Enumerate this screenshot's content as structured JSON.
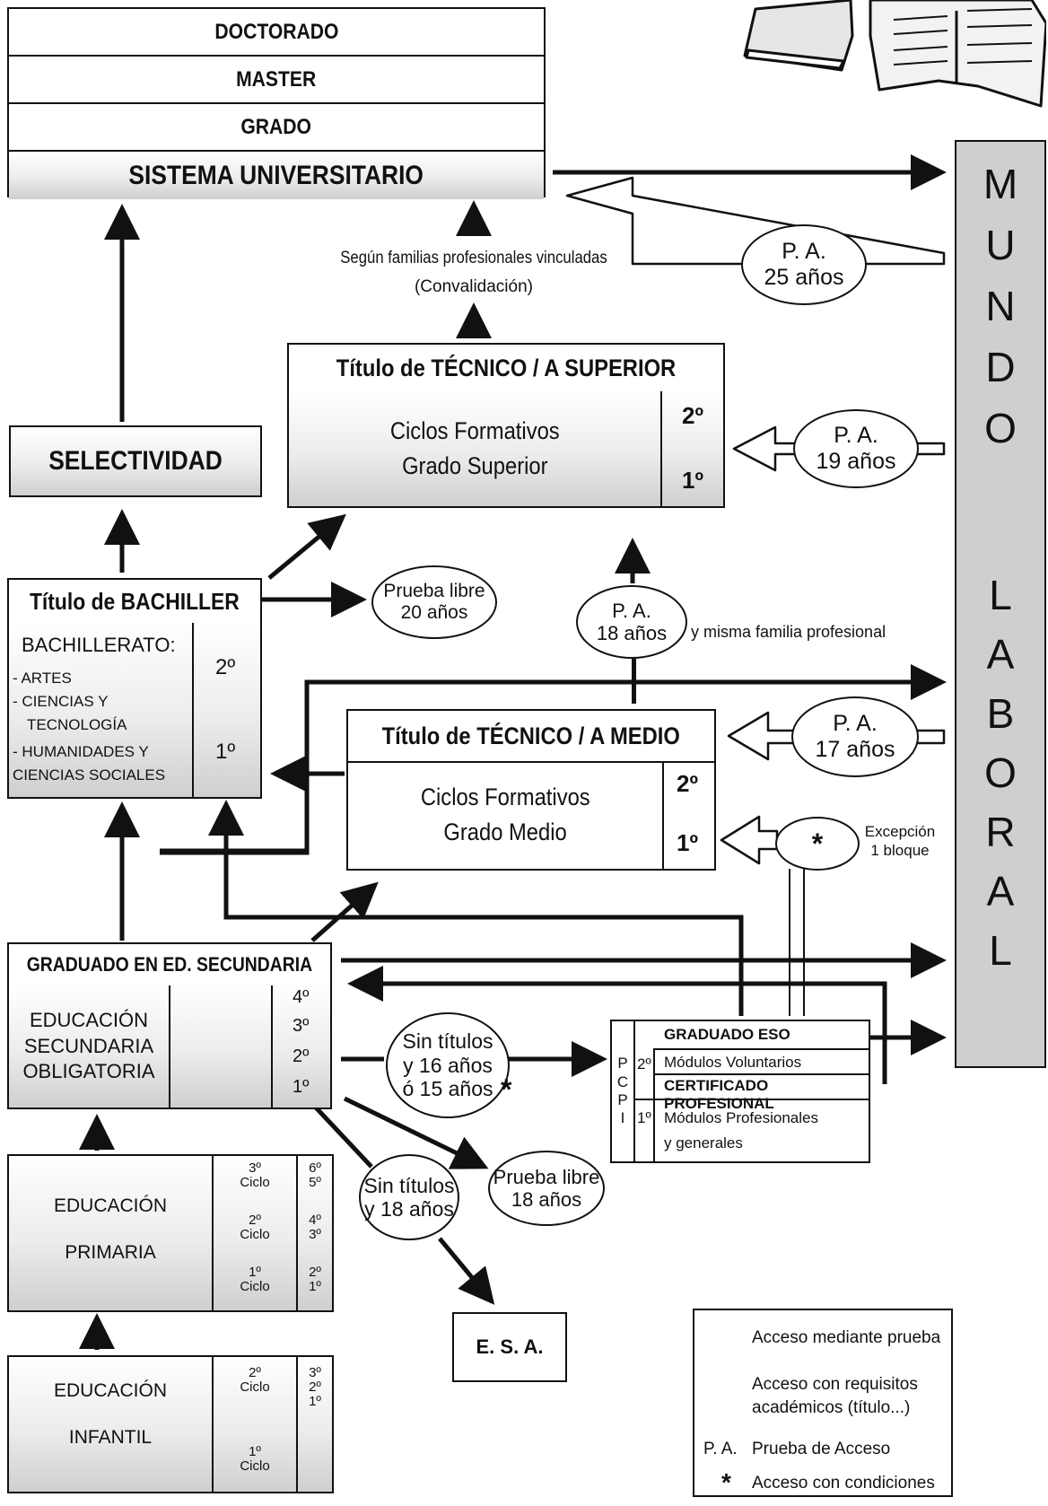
{
  "university": {
    "levels": [
      "DOCTORADO",
      "MASTER",
      "GRADO"
    ],
    "system": "SISTEMA UNIVERSITARIO"
  },
  "selectividad": "SELECTIVIDAD",
  "familias_note": {
    "line1": "Según familias profesionales vinculadas",
    "line2": "(Convalidación)"
  },
  "tecnico_superior": {
    "title": "Título de TÉCNICO / A SUPERIOR",
    "line1": "Ciclos Formativos",
    "line2": "Grado Superior",
    "years": [
      "2º",
      "1º"
    ]
  },
  "tecnico_medio": {
    "title": "Título de TÉCNICO / A MEDIO",
    "line1": "Ciclos Formativos",
    "line2": "Grado Medio",
    "years": [
      "2º",
      "1º"
    ]
  },
  "bachiller": {
    "title": "Título de BACHILLER",
    "heading": "BACHILLERATO:",
    "items": [
      "- ARTES",
      "- CIENCIAS Y",
      "TECNOLOGÍA",
      "- HUMANIDADES Y",
      "CIENCIAS SOCIALES"
    ],
    "years": [
      "2º",
      "1º"
    ]
  },
  "eso": {
    "title": "GRADUADO EN ED. SECUNDARIA",
    "line1": "EDUCACIÓN",
    "line2": "SECUNDARIA",
    "line3": "OBLIGATORIA",
    "years": [
      "4º",
      "3º",
      "2º",
      "1º"
    ]
  },
  "primaria": {
    "line1": "EDUCACIÓN",
    "line2": "PRIMARIA",
    "ciclos": [
      {
        "ciclo": "3º",
        "label": "Ciclo",
        "courses": [
          "6º",
          "5º"
        ]
      },
      {
        "ciclo": "2º",
        "label": "Ciclo",
        "courses": [
          "4º",
          "3º"
        ]
      },
      {
        "ciclo": "1º",
        "label": "Ciclo",
        "courses": [
          "2º",
          "1º"
        ]
      }
    ]
  },
  "infantil": {
    "line1": "EDUCACIÓN",
    "line2": "INFANTIL",
    "ciclos": [
      {
        "ciclo": "2º",
        "label": "Ciclo"
      },
      {
        "ciclo": "1º",
        "label": "Ciclo"
      }
    ],
    "courses": [
      "3º",
      "2º",
      "1º"
    ]
  },
  "pcpi": {
    "letters": [
      "P",
      "C",
      "P",
      "I"
    ],
    "graduado": "GRADUADO ESO",
    "y2": "2º",
    "voluntarios": "Módulos Voluntarios",
    "certificado": "CERTIFICADO PROFESIONAL",
    "y1": "1º",
    "profesionales": "Módulos Profesionales",
    "generales": "y generales"
  },
  "ovals": {
    "pa25": {
      "l1": "P. A.",
      "l2": "25 años"
    },
    "pa19": {
      "l1": "P. A.",
      "l2": "19 años"
    },
    "pa18": {
      "l1": "P. A.",
      "l2": "18 años"
    },
    "pa17": {
      "l1": "P. A.",
      "l2": "17 años"
    },
    "libre20": {
      "l1": "Prueba libre",
      "l2": "20 años"
    },
    "sin16": {
      "l1": "Sin títulos",
      "l2": "y 16 años",
      "l3": "ó 15 años"
    },
    "sin18": {
      "l1": "Sin títulos",
      "l2": "y 18 años"
    },
    "libre18": {
      "l1": "Prueba libre",
      "l2": "18 años"
    },
    "star": "*"
  },
  "notes": {
    "misma_familia": "y misma familia profesional",
    "excepcion1": "Excepción",
    "excepcion2": "1 bloque",
    "star_after_15": "*"
  },
  "esa": "E. S. A.",
  "mundo_laboral": {
    "word1": [
      "M",
      "U",
      "N",
      "D",
      "O"
    ],
    "word2": [
      "L",
      "A",
      "B",
      "O",
      "R",
      "A",
      "L"
    ]
  },
  "legend": {
    "hollow": "Acceso mediante prueba",
    "solid1": "Acceso con requisitos",
    "solid2": "académicos (título...)",
    "pa_key": "P. A.",
    "pa_value": "Prueba de Acceso",
    "star_key": "*",
    "star_value": "Acceso con condiciones"
  },
  "colors": {
    "line": "#111111",
    "panel": "#cfcfcf"
  }
}
